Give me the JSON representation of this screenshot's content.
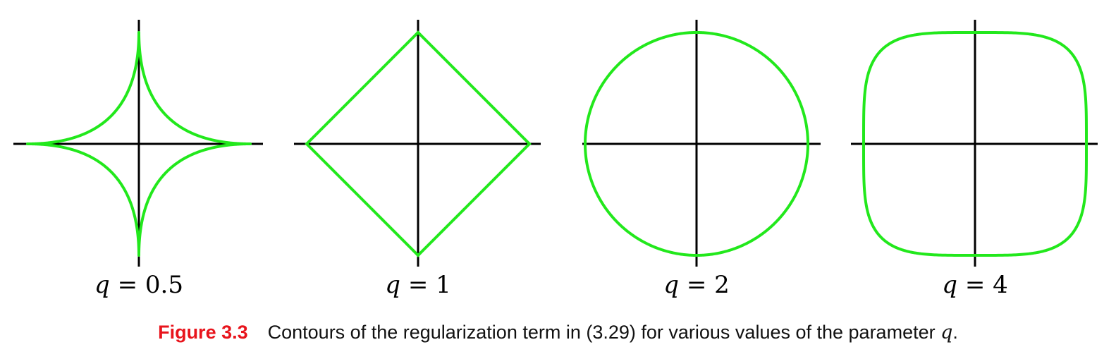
{
  "panels": [
    {
      "q": 0.5,
      "label_var": "q",
      "label_eq": " = ",
      "label_value": "0.5"
    },
    {
      "q": 1,
      "label_var": "q",
      "label_eq": " = ",
      "label_value": "1"
    },
    {
      "q": 2,
      "label_var": "q",
      "label_eq": " = ",
      "label_value": "2"
    },
    {
      "q": 4,
      "label_var": "q",
      "label_eq": " = ",
      "label_value": "4"
    }
  ],
  "colors": {
    "contour": "#22e81c",
    "axes": "#000000",
    "figure_number": "#e8141c"
  },
  "caption": {
    "figure_number": "Figure 3.3",
    "text": "Contours of the regularization term in (3.29) for various values of the parameter ",
    "param": "q",
    "end": "."
  }
}
